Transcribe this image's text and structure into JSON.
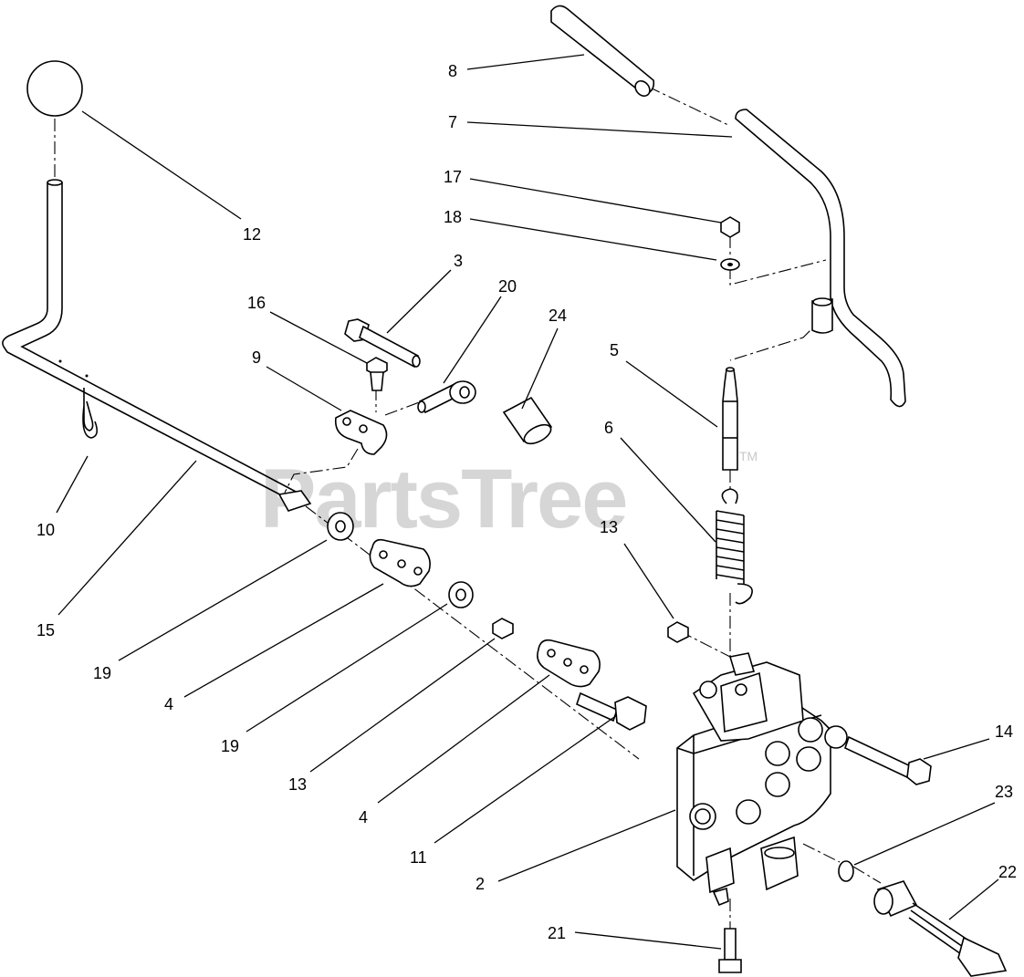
{
  "watermark": {
    "text": "PartsTree",
    "trademark": "TM"
  },
  "callouts": [
    {
      "id": "c-8",
      "text": "8"
    },
    {
      "id": "c-7",
      "text": "7"
    },
    {
      "id": "c-17",
      "text": "17"
    },
    {
      "id": "c-18",
      "text": "18"
    },
    {
      "id": "c-12",
      "text": "12"
    },
    {
      "id": "c-3",
      "text": "3"
    },
    {
      "id": "c-20",
      "text": "20"
    },
    {
      "id": "c-24",
      "text": "24"
    },
    {
      "id": "c-16",
      "text": "16"
    },
    {
      "id": "c-9",
      "text": "9"
    },
    {
      "id": "c-5",
      "text": "5"
    },
    {
      "id": "c-6",
      "text": "6"
    },
    {
      "id": "c-10",
      "text": "10"
    },
    {
      "id": "c-13a",
      "text": "13"
    },
    {
      "id": "c-15",
      "text": "15"
    },
    {
      "id": "c-19a",
      "text": "19"
    },
    {
      "id": "c-4a",
      "text": "4"
    },
    {
      "id": "c-19b",
      "text": "19"
    },
    {
      "id": "c-13b",
      "text": "13"
    },
    {
      "id": "c-4b",
      "text": "4"
    },
    {
      "id": "c-11",
      "text": "11"
    },
    {
      "id": "c-14",
      "text": "14"
    },
    {
      "id": "c-23",
      "text": "23"
    },
    {
      "id": "c-2",
      "text": "2"
    },
    {
      "id": "c-22",
      "text": "22"
    },
    {
      "id": "c-21",
      "text": "21"
    }
  ]
}
